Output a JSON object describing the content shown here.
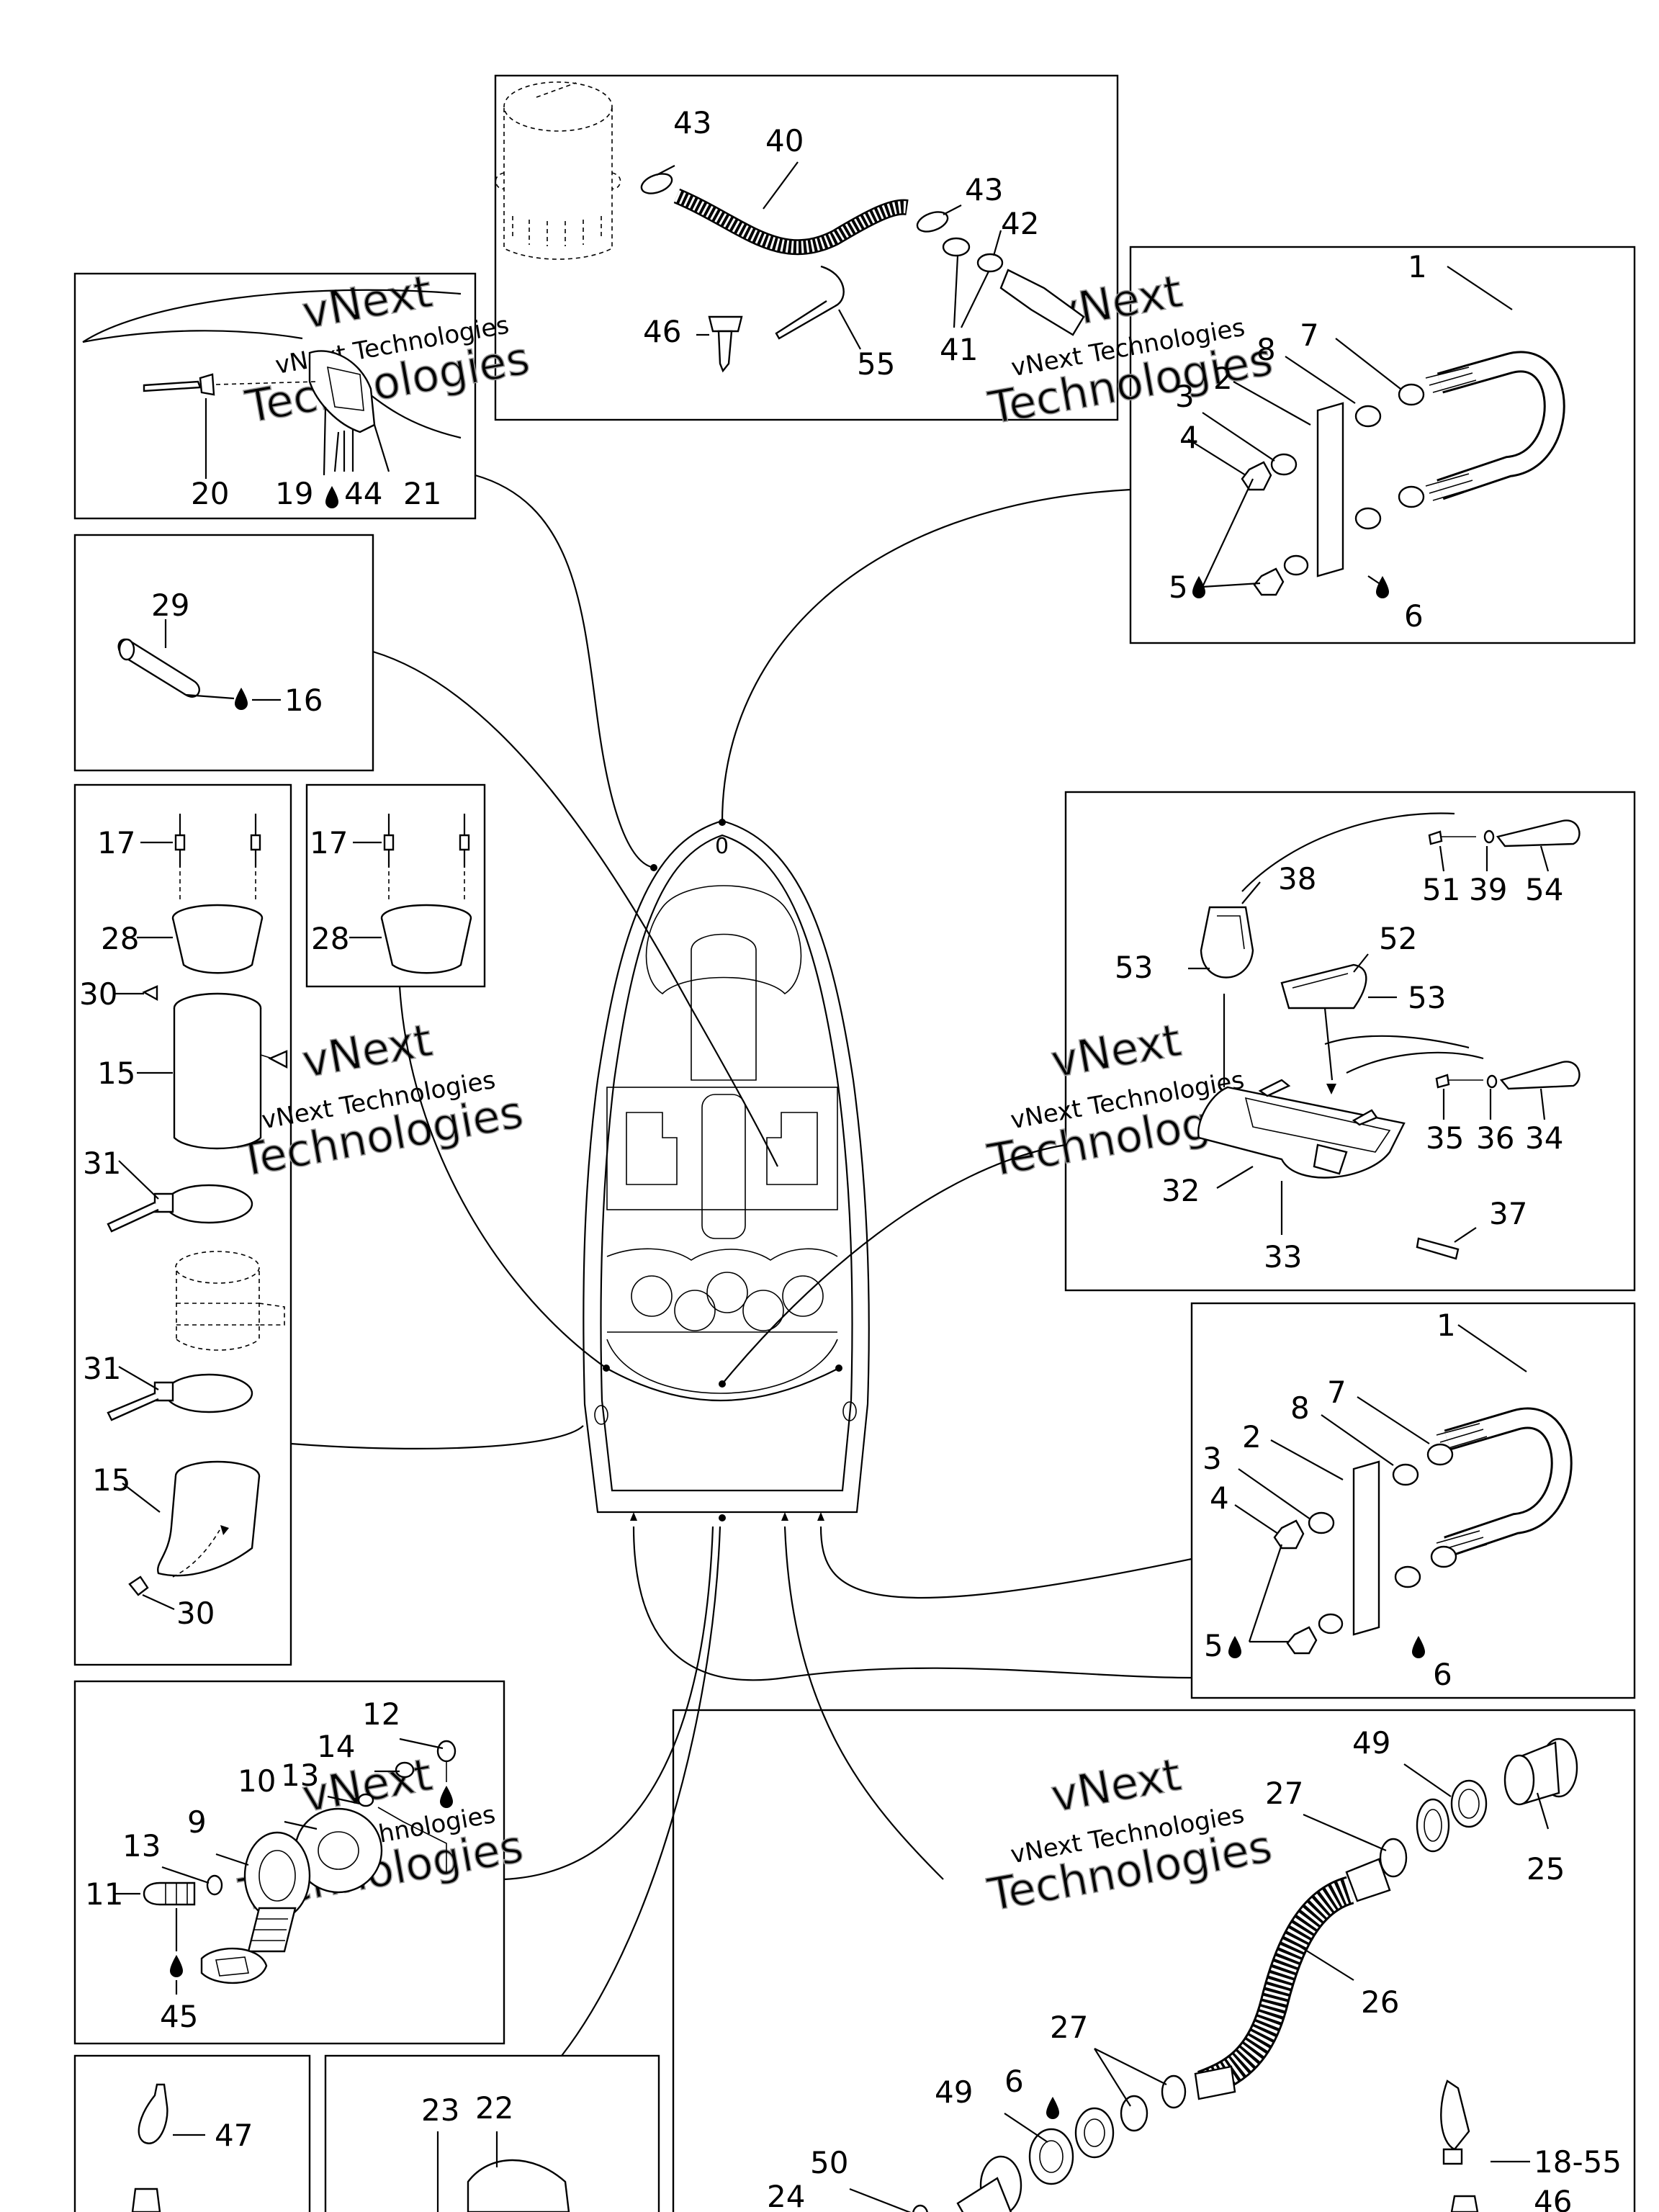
{
  "watermark": {
    "line1": "vNext Technologies",
    "line2": "vNext",
    "line3": "Technologies"
  },
  "hull": {
    "mark": "0"
  },
  "labels": {
    "p43a": "43",
    "p40": "40",
    "p43b": "43",
    "p42": "42",
    "p46": "46",
    "p55a": "55",
    "p41": "41",
    "p20": "20",
    "p19": "19",
    "p44": "44",
    "p21": "21",
    "p1a": "1",
    "p7a": "7",
    "p8a": "8",
    "p2a": "2",
    "p3a": "3",
    "p4a": "4",
    "p5a": "5",
    "p6a": "6",
    "p29": "29",
    "p16": "16",
    "p17a": "17",
    "p28a": "28",
    "p30a": "30",
    "p15a": "15",
    "p31a": "31",
    "p31b": "31",
    "p15b": "15",
    "p30b": "30",
    "p17b": "17",
    "p28b": "28",
    "p38": "38",
    "p53a": "53",
    "p52": "52",
    "p53b": "53",
    "p51": "51",
    "p39": "39",
    "p54": "54",
    "p35": "35",
    "p36": "36",
    "p34": "34",
    "p32": "32",
    "p33": "33",
    "p37": "37",
    "p1b": "1",
    "p7b": "7",
    "p8b": "8",
    "p2b": "2",
    "p3b": "3",
    "p4b": "4",
    "p5b": "5",
    "p6b": "6",
    "p12": "12",
    "p14": "14",
    "p10": "10",
    "p13a": "13",
    "p9": "9",
    "p13b": "13",
    "p11": "11",
    "p45": "45",
    "p49a": "49",
    "p27a": "27",
    "p25": "25",
    "p26": "26",
    "p27b": "27",
    "p6c": "6",
    "p49b": "49",
    "p50": "50",
    "p24": "24",
    "p18_55": "18-55",
    "p46b": "46",
    "p47": "47",
    "p23": "23",
    "p22": "22"
  }
}
